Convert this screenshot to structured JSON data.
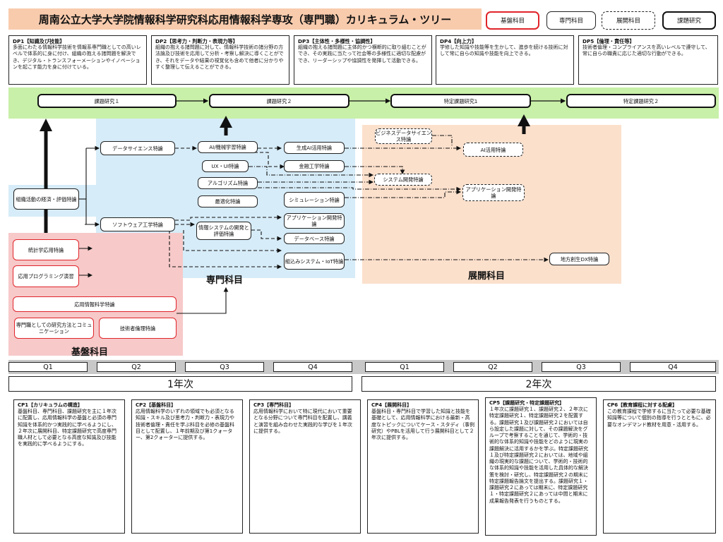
{
  "title": "周南公立大学大学院情報科学研究科応用情報科学専攻（専門職）カリキュラム・ツリー",
  "legend": [
    {
      "label": "基盤科目",
      "style": "red"
    },
    {
      "label": "専門科目",
      "style": "solid"
    },
    {
      "label": "展開科目",
      "style": "dashed"
    },
    {
      "label": "課題研究",
      "style": "thick"
    }
  ],
  "diploma_policies": [
    {
      "heading": "DP1【知識及び技能】",
      "body": "多面にわたる情報科学技術を情報系専門職としての高いレベルで体系的に身に付け、組織の抱える諸問題を解決でき、デジタル・トランスフォーメーションやイノベーションを起こす能力を身に付けている。"
    },
    {
      "heading": "DP2【思考力・判断力・表現力等】",
      "body": "組織の抱える諸問題に対して、情報科学技術の諸分野の方法論及び技術を応用して分析・考察し解決に導くことができ、それをデータや結果の視覚化も含めて他者に分かりやすく整理して伝えることができる。"
    },
    {
      "heading": "DP3【主体性・多様性・協調性】",
      "body": "組織の抱える諸問題に主体的かつ横断的に取り組むことができ、その実践に当たって社会等の多様性に適切な配慮ができ、リーダーシップや協調性を発揮して活動できる。"
    },
    {
      "heading": "DP4【向上力】",
      "body": "学修した知識や技能等を生かして、進歩を続ける技術に対して常に自らの知識や技能を向上できる。"
    },
    {
      "heading": "DP5【倫理・責任等】",
      "body": "技術者倫理・コンプライアンスを高いレベルで遵守して、常に自らの職責に応じた適切な行動ができる。"
    }
  ],
  "research": [
    "課題研究１",
    "課題研究２",
    "特定課題研究1",
    "特定課題研究２"
  ],
  "senmon": {
    "label": "専門科目",
    "data_science": "データサイエンス特論",
    "software": "ソフトウェア工学特論",
    "ai_ml": "AI/機械学習特論",
    "ux_ui": "UX・UI特論",
    "algorithm": "アルゴリズム特論",
    "optimization": "最適化特論",
    "info_system": "情報システムの開発と評価特論",
    "gen_ai": "生成AI活用特論",
    "finance": "金融工学特論",
    "simulation": "シミュレーション特論",
    "app_dev": "アプリケーション開発特論",
    "database": "データベース特論",
    "embedded": "組込みシステム・IoT特論",
    "org_econ": "組織活動の経済・評価特論"
  },
  "tenkai": {
    "label": "展開科目",
    "business_ds": "ビジネスデータサイエンス特論",
    "ai_use": "AI活用特論",
    "sys_dev": "システム開発特論",
    "app_dev": "アプリケーション開発特論",
    "regional_dx": "地方創生DX特論"
  },
  "kiban": {
    "label": "基盤科目",
    "statistics": "統計学応用特論",
    "programming": "応用プログラミング演習",
    "applied_info": "応用情報科学特論",
    "research_methods": "専門職としての研究方法とコミュニケーション",
    "ethics": "技術者倫理特論"
  },
  "quarters": [
    "Q1",
    "Q2",
    "Q3",
    "Q4",
    "Q1",
    "Q2",
    "Q3",
    "Q4"
  ],
  "years": [
    "1年次",
    "2年次"
  ],
  "curriculum_policies": [
    {
      "heading": "CP1【カリキュラムの構造】",
      "body": "基盤科目、専門科目、課題研究を主に１年次に配置し、応用情報科学の基盤と必須の専門知識を体系的かつ実践的に学べるようにし、２年次に展開科目、特定課題研究で高度専門職人材として必要となる高度な知識及び技能を実践的に学べるようにする。"
    },
    {
      "heading": "CP2【基盤科目】",
      "body": "応用情報科学のいずれの領域でも必須となる知識・スキル及び思考力・判断力・表現力や技術者倫理・責任を学ぶ科目を必修の基盤科目として配置し、１年前期及び第1クォーター、第2クォーターに提供する。"
    },
    {
      "heading": "CP3【専門科目】",
      "body": "応用情報科学において特に現代において重要となる分野について専門科目を配置し、講義と演習を組み合わせた実践的な学びを１年次に提供する。"
    },
    {
      "heading": "CP4【展開科目】",
      "body": "基盤科目・専門科目で学習した知識と技能を基礎として、応用情報科学における最新・高度なトピックについてケース・スタディ（事例研究）やPBLを活用して行う展開科目として２年次に提供する。"
    },
    {
      "heading": "CP5【課題研究・特定課題研究】",
      "body": "１年次に課題研究１、課題研究２、２年次に特定課題研究１、特定課題研究２を配置する。課題研究１及び課題研究２においては自ら設定した課題に対して、その課題解決をグループで考察することを通じて、学術的・技術的な体系的知識や技能をどのように現実の課題解決に活用するかを学ぶ。特定課題研究１及び特定課題研究２においては、地域や組織の現実的な課題について、学術的・技術的な体系的知識や技能を活用した具体的な解決策を検討・研究し、特定課題研究２の期末に特定課題報告論文を提出する。課題研究１・課題研究２にあっては期末に、特定課題研究１・特定課題研究２にあっては中間と期末に成果報告発表を行うものとする。"
    },
    {
      "heading": "CP6【教育課程に対する配慮】",
      "body": "この教育課程で学修するに当たって必要な基礎知識等について個別の指導を行うとともに、必要なオンデマンド教材を用意・活用する。"
    }
  ]
}
